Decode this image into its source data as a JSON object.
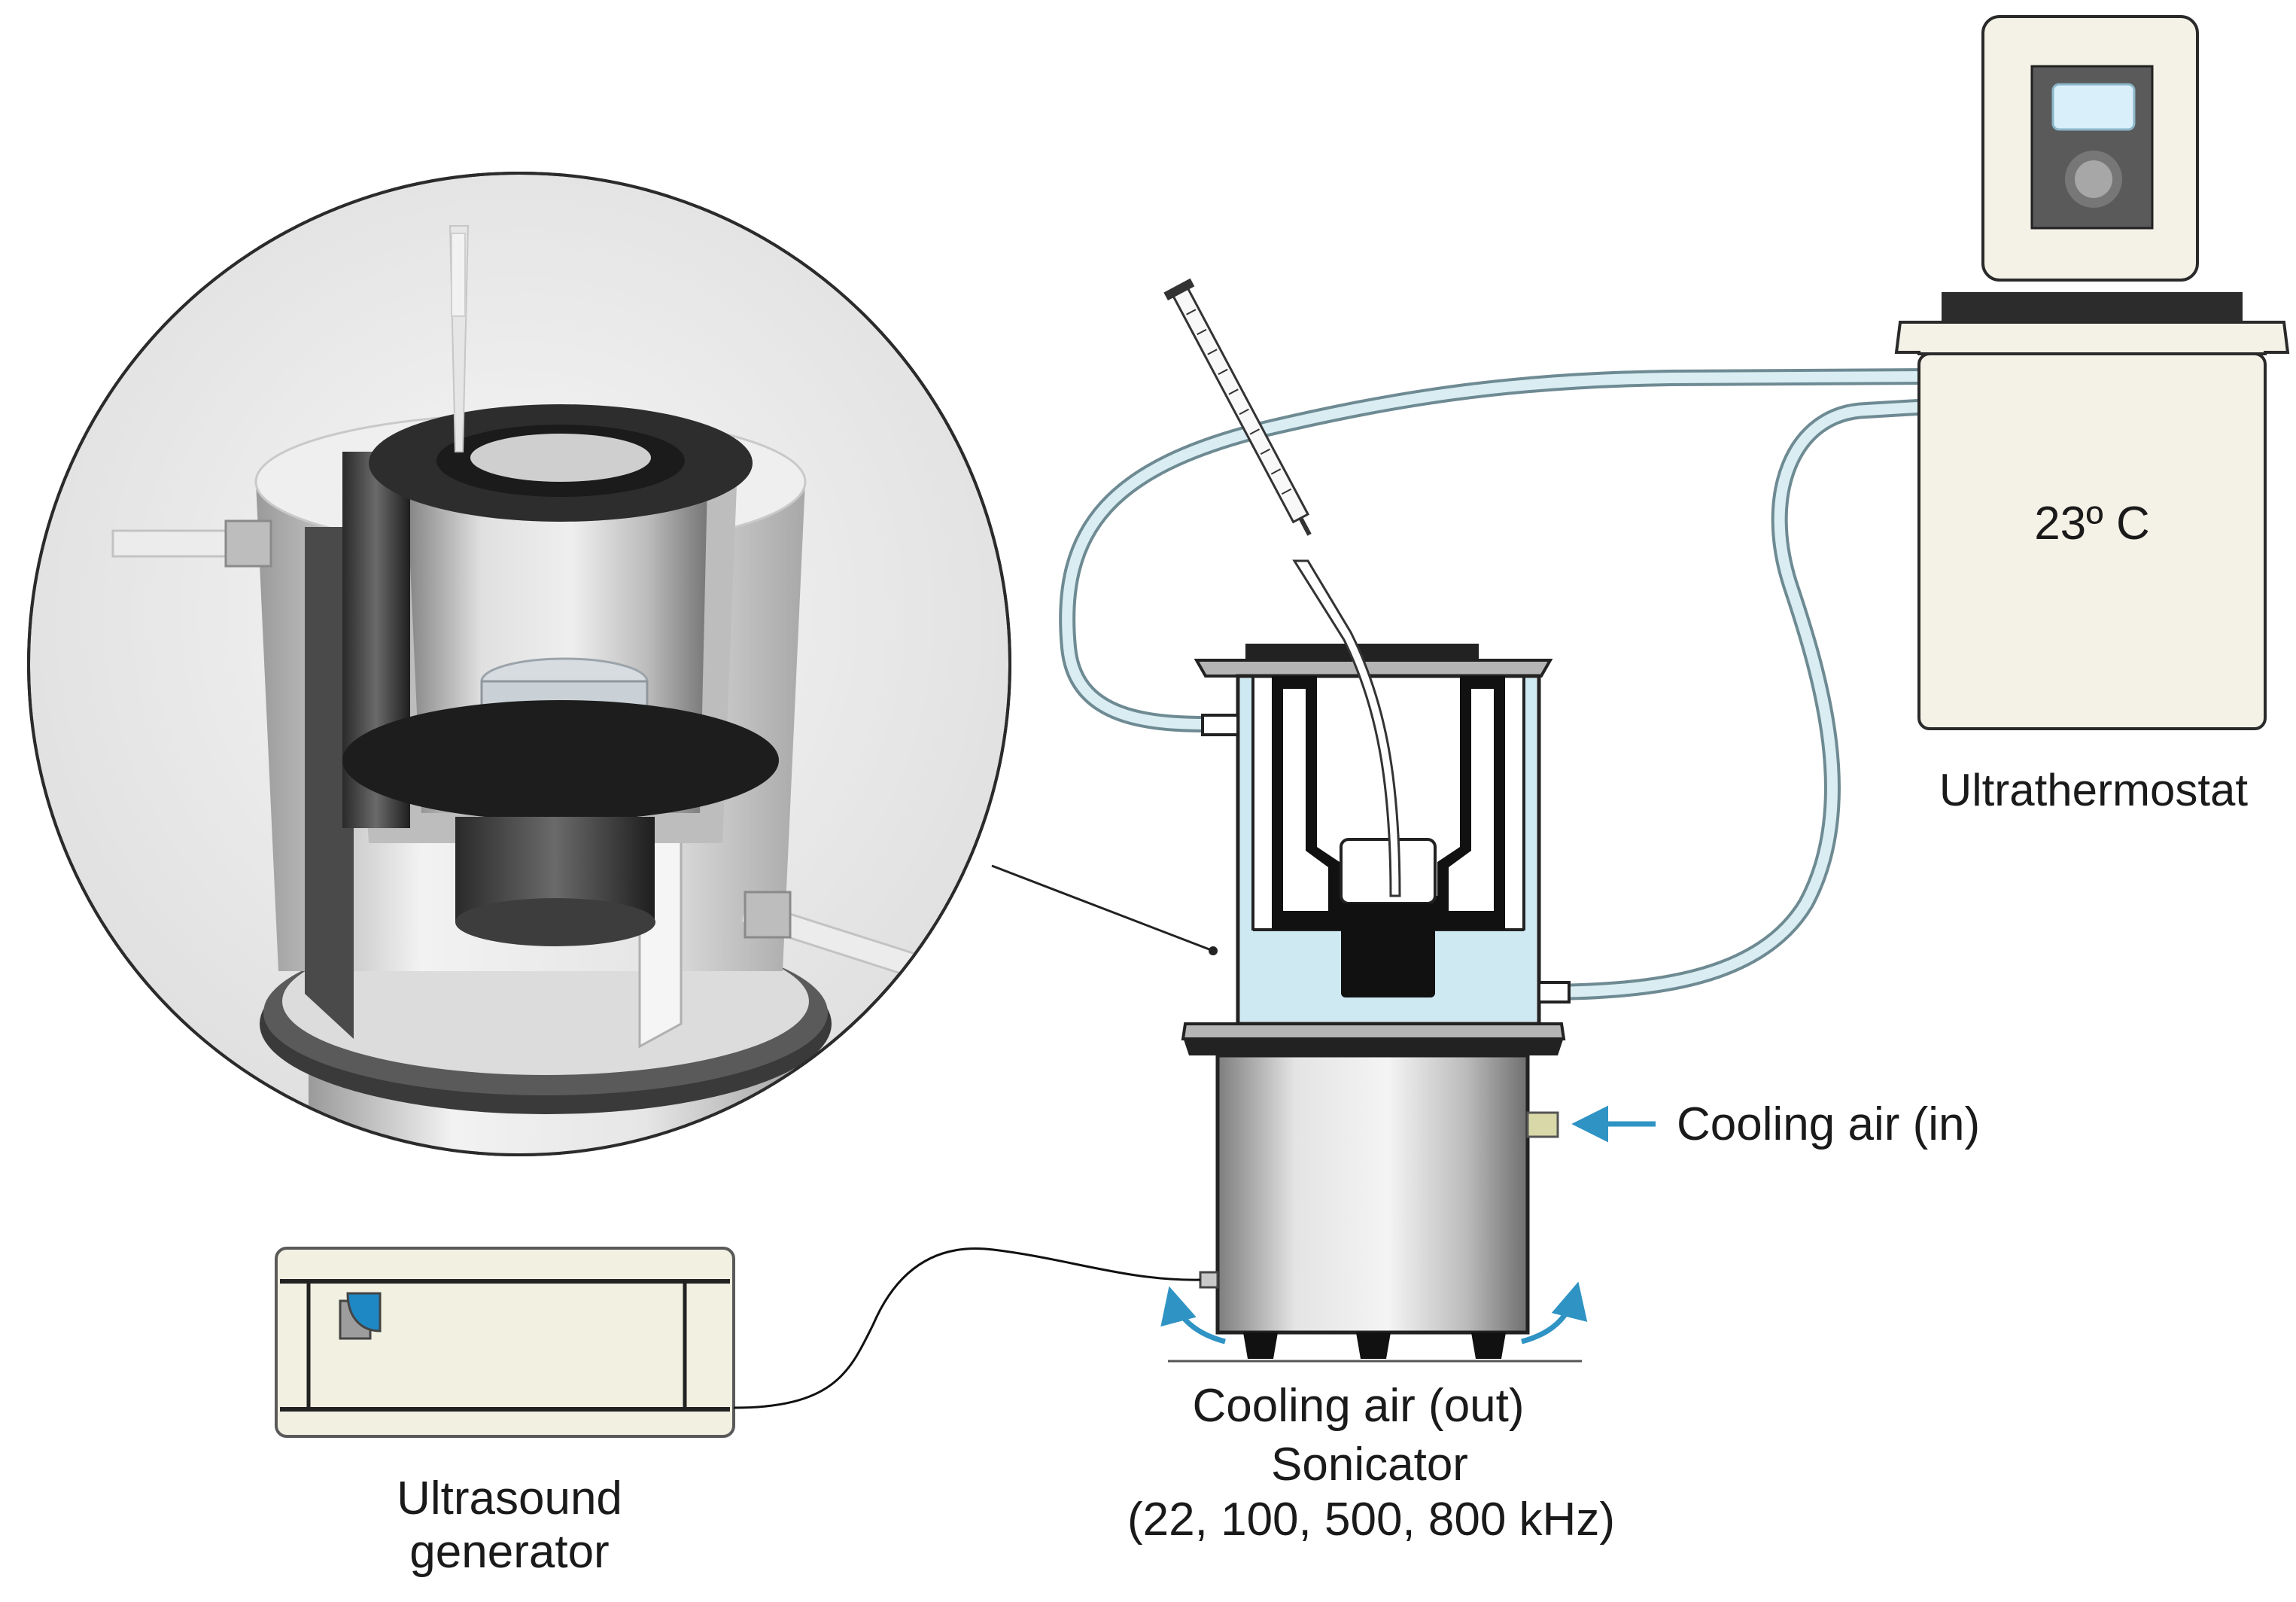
{
  "labels": {
    "temperature": "23º C",
    "ultrathermostat": "Ultrathermostat",
    "cooling_air_in": "Cooling air (in)",
    "cooling_air_out": "Cooling air (out)",
    "sonicator": "Sonicator",
    "frequencies": "(22, 100, 500, 800 kHz)",
    "generator_line1": "Ultrasound",
    "generator_line2": "generator"
  },
  "colors": {
    "water": "#cfe9f3",
    "tube": "#d9edf3",
    "tube_outline": "#6e8a93",
    "arrow": "#2f93c4",
    "steel_light": "#e9e9e9",
    "steel_dark": "#8c8c8c",
    "generator_fill": "#f1f0e1",
    "generator_accent": "#1e88c4",
    "ink": "#111111"
  }
}
